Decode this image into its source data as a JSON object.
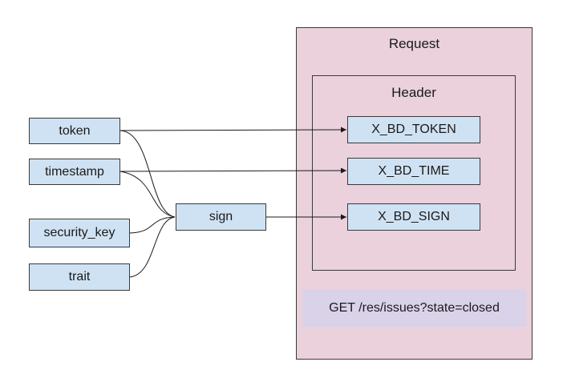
{
  "request": {
    "title": "Request",
    "url_line": "GET /res/issues?state=closed"
  },
  "header": {
    "title": "Header",
    "fields": {
      "token": "X_BD_TOKEN",
      "time": "X_BD_TIME",
      "sign": "X_BD_SIGN"
    }
  },
  "inputs": {
    "token": "token",
    "timestamp": "timestamp",
    "security_key": "security_key",
    "trait": "trait"
  },
  "sign": "sign",
  "colors": {
    "input_fill": "#cfe2f3",
    "request_fill": "#ead1dc",
    "url_fill": "#d9d2e9",
    "stroke": "#3a3a3a"
  }
}
